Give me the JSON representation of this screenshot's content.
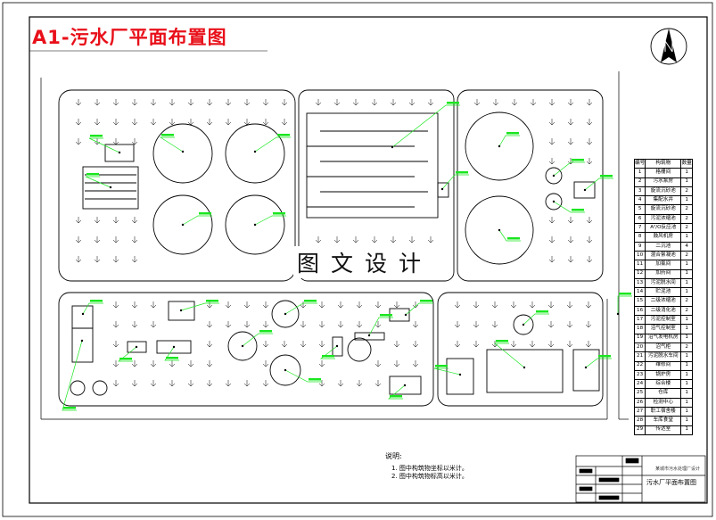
{
  "title": "A1-污水厂平面布置图",
  "watermark": "图文设计",
  "legend": {
    "headers": [
      "编号",
      "构筑物",
      "数量"
    ],
    "rows": [
      [
        "1",
        "格栅间",
        "1"
      ],
      [
        "2",
        "污水泵房",
        "1"
      ],
      [
        "3",
        "旋流沉砂池",
        "2"
      ],
      [
        "4",
        "集配水井",
        "1"
      ],
      [
        "5",
        "旋流沉砂池",
        "2"
      ],
      [
        "6",
        "污泥浓缩池",
        "2"
      ],
      [
        "7",
        "A²/O反应池",
        "2"
      ],
      [
        "8",
        "鼓风机房",
        "1"
      ],
      [
        "9",
        "二沉池",
        "4"
      ],
      [
        "10",
        "混合絮凝池",
        "2"
      ],
      [
        "11",
        "加氯间",
        "1"
      ],
      [
        "12",
        "加药间",
        "1"
      ],
      [
        "13",
        "污泥脱水间",
        "1"
      ],
      [
        "14",
        "贮泥池",
        "1"
      ],
      [
        "15",
        "二级浓缩池",
        "2"
      ],
      [
        "16",
        "二级消化池",
        "2"
      ],
      [
        "17",
        "污泥控制室",
        "1"
      ],
      [
        "18",
        "沼气控制室",
        "1"
      ],
      [
        "19",
        "沼气发电机房",
        "1"
      ],
      [
        "20",
        "沼气柜",
        "2"
      ],
      [
        "21",
        "污泥脱水车间",
        "1"
      ],
      [
        "22",
        "维修间",
        "1"
      ],
      [
        "23",
        "锅炉房",
        "1"
      ],
      [
        "24",
        "综合楼",
        "1"
      ],
      [
        "25",
        "仓库",
        "1"
      ],
      [
        "26",
        "检测中心",
        "1"
      ],
      [
        "27",
        "职工宿舍楼",
        "1"
      ],
      [
        "28",
        "车库食堂",
        "1"
      ],
      [
        "29",
        "传达室",
        "1"
      ]
    ]
  },
  "notes": {
    "heading": "说明:",
    "items": [
      "1. 图中构筑物坐标以米计。",
      "2. 图中构筑物标高以米计。"
    ]
  },
  "titleblock": {
    "drawing_name": "污水厂平面布置图",
    "project": "某城市污水处理厂设计"
  },
  "colors": {
    "ink": "#000000",
    "title": "#e8101a",
    "label": "#19e61f"
  }
}
